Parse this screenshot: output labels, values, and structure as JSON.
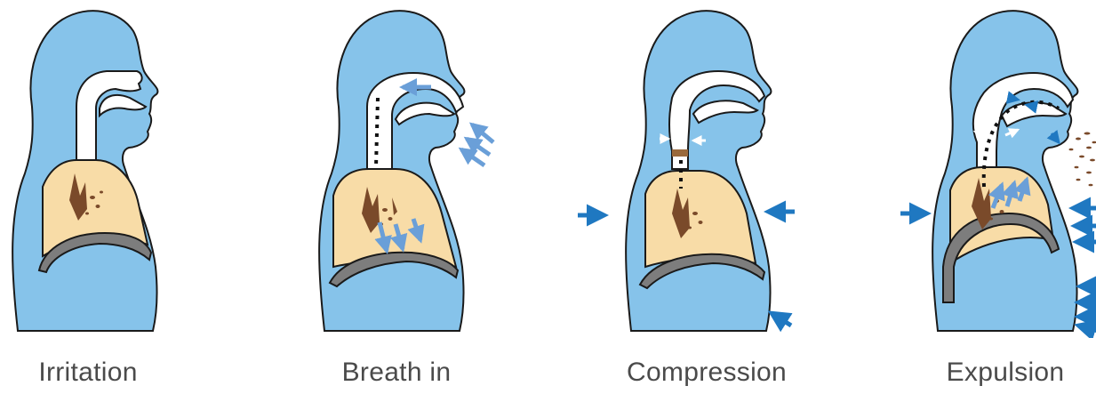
{
  "stages": [
    {
      "label": "Irritation"
    },
    {
      "label": "Breath in"
    },
    {
      "label": "Compression"
    },
    {
      "label": "Expulsion"
    }
  ],
  "colors": {
    "body": "#86c3ea",
    "outline": "#1a1a1a",
    "lung": "#f8dca7",
    "airway": "#ffffff",
    "diaphragm": "#7d7d7d",
    "mucus": "#7a4a2a",
    "arrow": "#1f78c1",
    "light_arrow": "#6a9fd8"
  }
}
